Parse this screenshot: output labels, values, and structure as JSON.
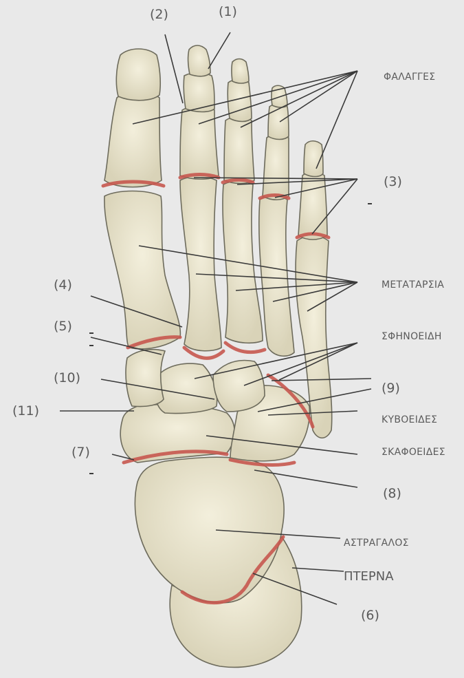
{
  "labels": {
    "n1": "(1)",
    "n2": "(2)",
    "n3": "(3)",
    "n4": "(4)",
    "n5": "(5)",
    "n6": "(6)",
    "n7": "(7)",
    "n8": "(8)",
    "n9": "(9)",
    "n10": "(10)",
    "n11": "(11)",
    "phalanges": "ΦΑΛΑΓΓΕΣ",
    "metatarsals": "ΜΕΤΑΤΑΡΣΙΑ",
    "cuneiforms": "ΣΦΗΝΟΕΙΔΗ",
    "cuboid": "ΚΥΒΟΕΙΔΕΣ",
    "navicular": "ΣΚΑΦΟΕΙΔΕΣ",
    "talus": "ΑΣΤΡΑΓΑΛΟΣ",
    "calcaneus": "ΠΤΕΡΝΑ"
  },
  "colors": {
    "bone": "#ebe6cf",
    "bone_outline": "#6d6b5c",
    "joint": "#c7584f",
    "leader": "#3a3a3a",
    "text": "#5a5a5a",
    "background": "#e9e9e9"
  }
}
